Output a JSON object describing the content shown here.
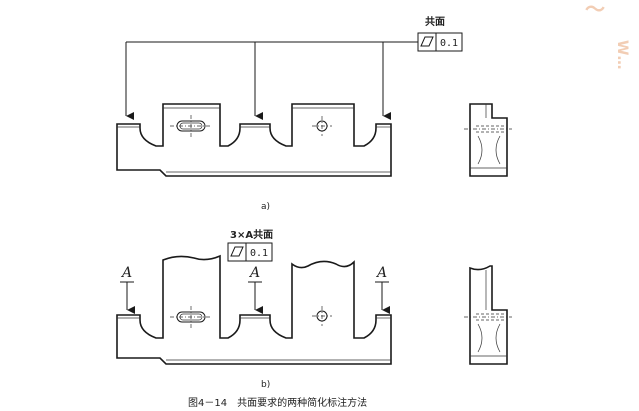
{
  "view_a": {
    "frame_note": "共面",
    "flatness_value": "0.1",
    "caption": "a)"
  },
  "view_b": {
    "frame_note": "3×A共面",
    "flatness_value": "0.1",
    "datum_letter": "A",
    "caption": "b)"
  },
  "figure_caption": "图4－14　共面要求的两种简化标注方法",
  "colors": {
    "line": "#1a1a1a",
    "watermark": "#f2cdb4"
  },
  "icons": {
    "flatness": "parallelogram-icon"
  }
}
